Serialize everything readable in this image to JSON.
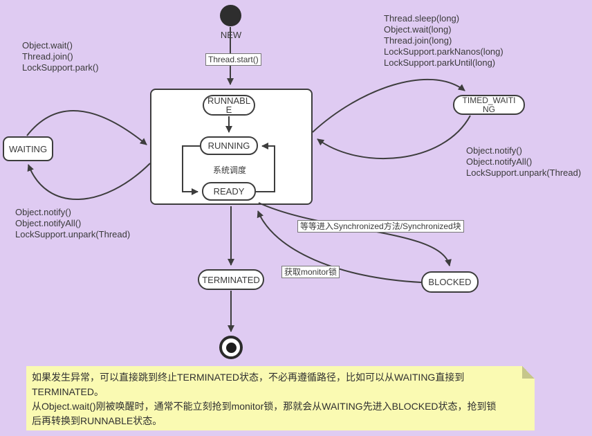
{
  "diagram_title": "Java thread state diagram",
  "colors": {
    "background": "#dfcbf2",
    "node_fill": "#ffffff",
    "node_border": "#3d3d3d",
    "edge": "#3d3d3d",
    "text": "#3a3a3a",
    "note_background": "#fafab2",
    "note_fold": "#c6c68a",
    "edge_label_background": "#ffffff"
  },
  "nodes": {
    "new_label": "NEW",
    "runnable": "RUNNABLE",
    "running": "RUNNING",
    "scheduler_label": "系统调度",
    "ready": "READY",
    "waiting": "WAITING",
    "timed_waiting": "TIMED_WAITING",
    "blocked": "BLOCKED",
    "terminated": "TERMINATED"
  },
  "edge_labels": {
    "thread_start": "Thread.start()",
    "enter_sync": "等等进入Synchronized方法/Synchronized块",
    "acquire_monitor": "获取monitor锁"
  },
  "annotations": {
    "wait_methods": {
      "lines": [
        "Object.wait()",
        "Thread.join()",
        "LockSupport.park()"
      ]
    },
    "timed_methods": {
      "lines": [
        "Thread.sleep(long)",
        "Object.wait(long)",
        "Thread.join(long)",
        "LockSupport.parkNanos(long)",
        "LockSupport.parkUntil(long)"
      ]
    },
    "notify_methods_right": {
      "lines": [
        "Object.notify()",
        "Object.notifyAll()",
        "LockSupport.unpark(Thread)"
      ]
    },
    "notify_methods_left": {
      "lines": [
        "Object.notify()",
        "Object.notifyAll()",
        "LockSupport.unpark(Thread)"
      ]
    }
  },
  "note": {
    "lines": [
      "如果发生异常，可以直接跳到终止TERMINATED状态，不必再遵循路径，比如可以从WAITING直接到",
      "TERMINATED。",
      "从Object.wait()刚被唤醒时，通常不能立刻抢到monitor锁，那就会从WAITING先进入BLOCKED状态，抢到锁",
      "后再转换到RUNNABLE状态。"
    ]
  }
}
